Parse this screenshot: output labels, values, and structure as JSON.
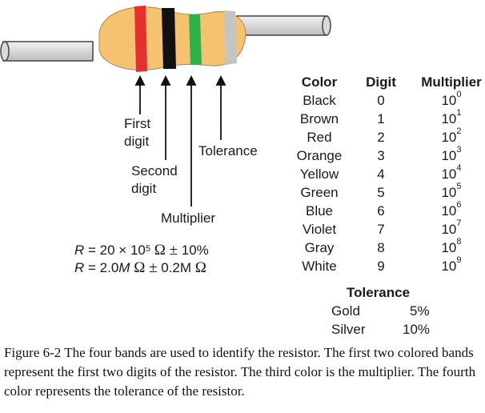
{
  "colors": {
    "body": "#f5c36f",
    "body_shadow": "#e6a443",
    "lead": "#dcdcdc",
    "band_red": "#e53030",
    "band_black": "#111111",
    "band_green": "#2db24a",
    "band_gray": "#c4c4c4",
    "ink": "#1a1a1a"
  },
  "labels": {
    "first_digit_line1": "First",
    "first_digit_line2": "digit",
    "second_digit_line1": "Second",
    "second_digit_line2": "digit",
    "tolerance": "Tolerance",
    "multiplier": "Multiplier"
  },
  "formula": {
    "line1": {
      "r": "R",
      "eq": " = 20 × 10",
      "exp": "5",
      "sym": " Ω ",
      "pm": "±",
      "tail": " 10%"
    },
    "line2": {
      "r": "R",
      "eq": " = 2.0",
      "m": "M",
      "sym": " Ω ",
      "pm": "±",
      "tail": " 0.2M ",
      "sym2": "Ω"
    }
  },
  "color_table": {
    "headers": {
      "color": "Color",
      "digit": "Digit",
      "multiplier": "Multiplier"
    },
    "rows": [
      {
        "color": "Black",
        "digit": "0",
        "base": "10",
        "exp": "0"
      },
      {
        "color": "Brown",
        "digit": "1",
        "base": "10",
        "exp": "1"
      },
      {
        "color": "Red",
        "digit": "2",
        "base": "10",
        "exp": "2"
      },
      {
        "color": "Orange",
        "digit": "3",
        "base": "10",
        "exp": "3"
      },
      {
        "color": "Yellow",
        "digit": "4",
        "base": "10",
        "exp": "4"
      },
      {
        "color": "Green",
        "digit": "5",
        "base": "10",
        "exp": "5"
      },
      {
        "color": "Blue",
        "digit": "6",
        "base": "10",
        "exp": "6"
      },
      {
        "color": "Violet",
        "digit": "7",
        "base": "10",
        "exp": "7"
      },
      {
        "color": "Gray",
        "digit": "8",
        "base": "10",
        "exp": "8"
      },
      {
        "color": "White",
        "digit": "9",
        "base": "10",
        "exp": "9"
      }
    ]
  },
  "tolerance_table": {
    "header": "Tolerance",
    "rows": [
      {
        "name": "Gold",
        "value": "5%"
      },
      {
        "name": "Silver",
        "value": "10%"
      }
    ]
  },
  "caption": "Figure 6-2 The four bands are used to identify the resistor. The first two colored bands represent the first two digits of the resistor. The third color is the multiplier. The fourth color represents the tolerance of the resistor."
}
